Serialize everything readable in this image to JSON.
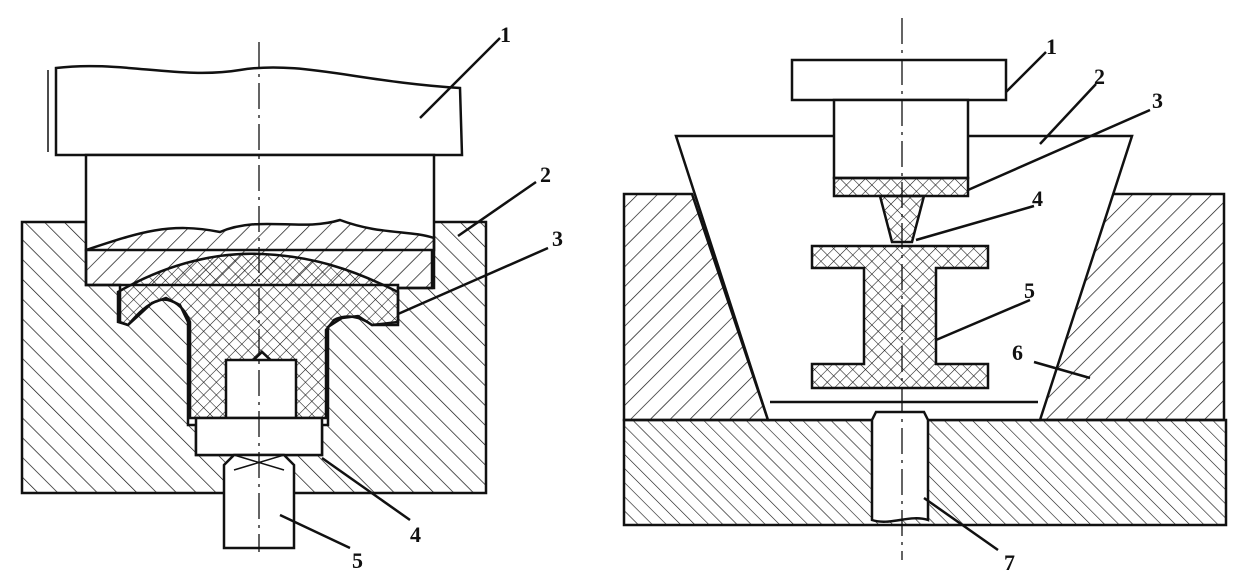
{
  "left_figure": {
    "labels": [
      "1",
      "2",
      "3",
      "4",
      "5"
    ]
  },
  "right_figure": {
    "labels": [
      "1",
      "2",
      "3",
      "4",
      "5",
      "6",
      "7"
    ]
  },
  "colors": {
    "ink": "#111111",
    "background": "#ffffff"
  }
}
